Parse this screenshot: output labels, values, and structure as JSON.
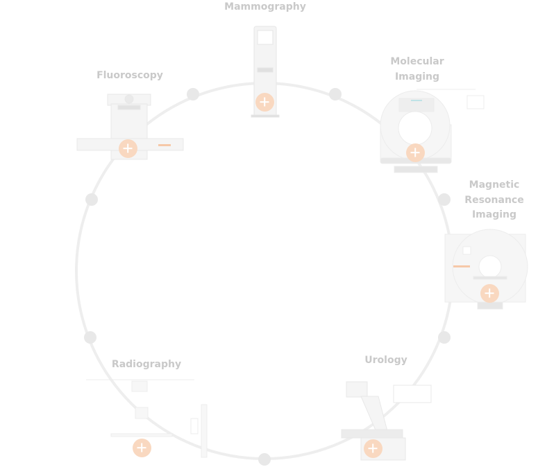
{
  "modalities": [
    {
      "id": "mammography",
      "label": "Mammography"
    },
    {
      "id": "molecular-imaging",
      "label": "Molecular Imaging"
    },
    {
      "id": "magnetic-resonance-imaging",
      "label": "Magnetic Resonance Imaging"
    },
    {
      "id": "urology",
      "label": "Urology"
    },
    {
      "id": "radiography",
      "label": "Radiography"
    },
    {
      "id": "fluoroscopy",
      "label": "Fluoroscopy"
    }
  ],
  "colors": {
    "ring": "#eeeeee",
    "dot": "#e8e8e8",
    "label": "#c9c9c9",
    "plus": "#f9d8c0",
    "accent": "#f6c8a8"
  }
}
